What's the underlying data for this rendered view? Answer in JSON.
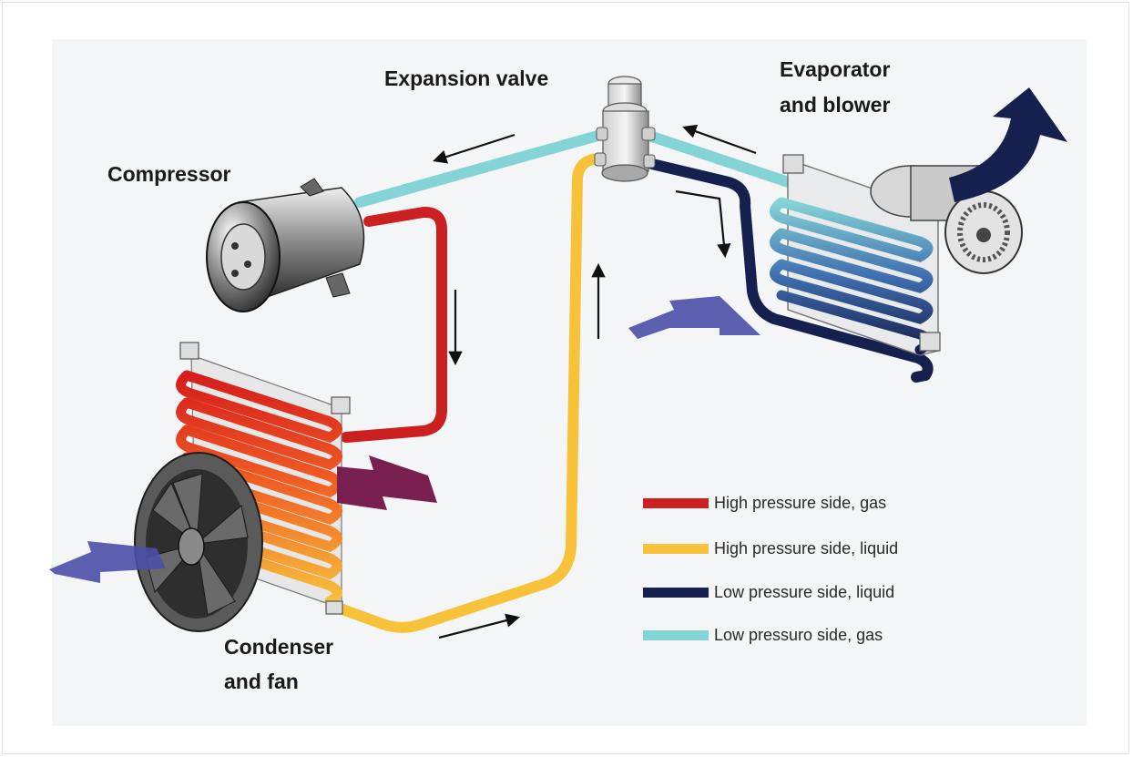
{
  "labels": {
    "expansion_valve": "Expansion valve",
    "evaporator_line1": "Evaporator",
    "evaporator_line2": "and blower",
    "compressor": "Compressor",
    "condenser_line1": "Condenser",
    "condenser_line2": "and fan"
  },
  "legend": [
    {
      "label": "High pressure side, gas",
      "color": "#cc1f1f"
    },
    {
      "label": "High pressure side, liquid",
      "color": "#f7c23a"
    },
    {
      "label": "Low pressure side, liquid",
      "color": "#16204e"
    },
    {
      "label": "Low pressuro side, gas",
      "color": "#84d3d6"
    }
  ],
  "colors": {
    "high_gas": "#cc1f1f",
    "high_liquid": "#f7c23a",
    "low_liquid": "#16204e",
    "low_gas": "#84d3d6",
    "air_in": "#4b4fa8",
    "air_hot": "#7a2050",
    "air_cold": "#16204e"
  },
  "icons": [
    "compressor-icon",
    "expansion-valve-icon",
    "evaporator-coil-icon",
    "blower-icon",
    "condenser-coil-icon",
    "fan-icon",
    "flow-arrow-icon",
    "airflow-arrow-icon"
  ]
}
